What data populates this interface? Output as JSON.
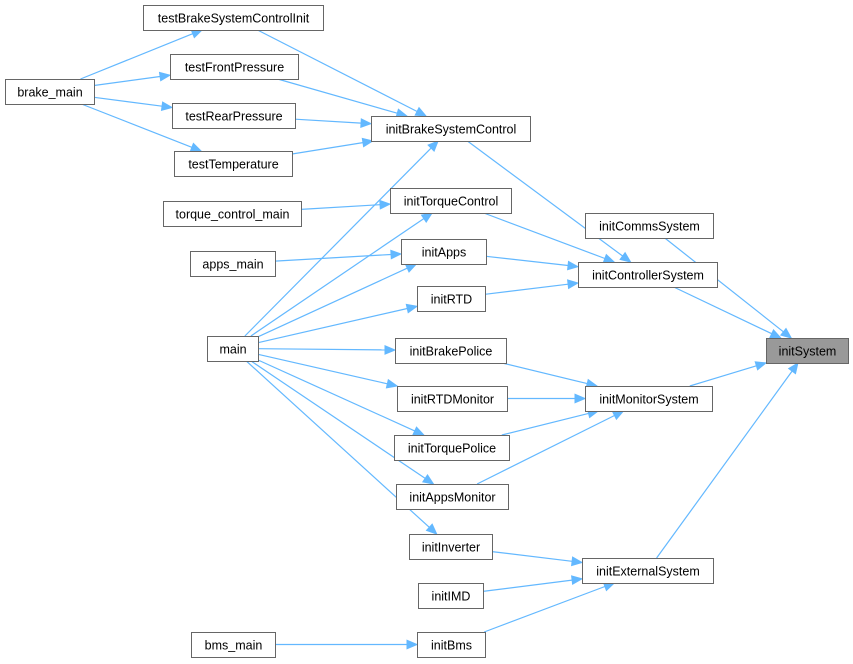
{
  "graph": {
    "root": "initSystem",
    "colors": {
      "edge": "#63b8ff",
      "node_border": "#666666",
      "node_fill": "#ffffff",
      "root_fill": "#999999"
    },
    "nodes": [
      {
        "id": "initSystem",
        "label": "initSystem"
      },
      {
        "id": "initCommsSystem",
        "label": "initCommsSystem"
      },
      {
        "id": "initControllerSystem",
        "label": "initControllerSystem"
      },
      {
        "id": "initMonitorSystem",
        "label": "initMonitorSystem"
      },
      {
        "id": "initExternalSystem",
        "label": "initExternalSystem"
      },
      {
        "id": "initBrakeSystemControl",
        "label": "initBrakeSystemControl"
      },
      {
        "id": "initTorqueControl",
        "label": "initTorqueControl"
      },
      {
        "id": "initApps",
        "label": "initApps"
      },
      {
        "id": "initRTD",
        "label": "initRTD"
      },
      {
        "id": "initBrakePolice",
        "label": "initBrakePolice"
      },
      {
        "id": "initRTDMonitor",
        "label": "initRTDMonitor"
      },
      {
        "id": "initTorquePolice",
        "label": "initTorquePolice"
      },
      {
        "id": "initAppsMonitor",
        "label": "initAppsMonitor"
      },
      {
        "id": "initInverter",
        "label": "initInverter"
      },
      {
        "id": "initIMD",
        "label": "initIMD"
      },
      {
        "id": "initBms",
        "label": "initBms"
      },
      {
        "id": "testBrakeSystemControlInit",
        "label": "testBrakeSystemControlInit"
      },
      {
        "id": "testFrontPressure",
        "label": "testFrontPressure"
      },
      {
        "id": "testRearPressure",
        "label": "testRearPressure"
      },
      {
        "id": "testTemperature",
        "label": "testTemperature"
      },
      {
        "id": "brake_main",
        "label": "brake_main"
      },
      {
        "id": "torque_control_main",
        "label": "torque_control_main"
      },
      {
        "id": "apps_main",
        "label": "apps_main"
      },
      {
        "id": "main",
        "label": "main"
      },
      {
        "id": "bms_main",
        "label": "bms_main"
      }
    ],
    "edges": [
      {
        "from": "initCommsSystem",
        "to": "initSystem"
      },
      {
        "from": "initControllerSystem",
        "to": "initSystem"
      },
      {
        "from": "initMonitorSystem",
        "to": "initSystem"
      },
      {
        "from": "initExternalSystem",
        "to": "initSystem"
      },
      {
        "from": "initBrakeSystemControl",
        "to": "initControllerSystem"
      },
      {
        "from": "initTorqueControl",
        "to": "initControllerSystem"
      },
      {
        "from": "initApps",
        "to": "initControllerSystem"
      },
      {
        "from": "initRTD",
        "to": "initControllerSystem"
      },
      {
        "from": "initBrakePolice",
        "to": "initMonitorSystem"
      },
      {
        "from": "initRTDMonitor",
        "to": "initMonitorSystem"
      },
      {
        "from": "initTorquePolice",
        "to": "initMonitorSystem"
      },
      {
        "from": "initAppsMonitor",
        "to": "initMonitorSystem"
      },
      {
        "from": "initInverter",
        "to": "initExternalSystem"
      },
      {
        "from": "initIMD",
        "to": "initExternalSystem"
      },
      {
        "from": "initBms",
        "to": "initExternalSystem"
      },
      {
        "from": "testBrakeSystemControlInit",
        "to": "initBrakeSystemControl"
      },
      {
        "from": "testFrontPressure",
        "to": "initBrakeSystemControl"
      },
      {
        "from": "testRearPressure",
        "to": "initBrakeSystemControl"
      },
      {
        "from": "testTemperature",
        "to": "initBrakeSystemControl"
      },
      {
        "from": "brake_main",
        "to": "testBrakeSystemControlInit"
      },
      {
        "from": "brake_main",
        "to": "testFrontPressure"
      },
      {
        "from": "brake_main",
        "to": "testRearPressure"
      },
      {
        "from": "brake_main",
        "to": "testTemperature"
      },
      {
        "from": "torque_control_main",
        "to": "initTorqueControl"
      },
      {
        "from": "apps_main",
        "to": "initApps"
      },
      {
        "from": "main",
        "to": "initBrakeSystemControl"
      },
      {
        "from": "main",
        "to": "initTorqueControl"
      },
      {
        "from": "main",
        "to": "initApps"
      },
      {
        "from": "main",
        "to": "initRTD"
      },
      {
        "from": "main",
        "to": "initBrakePolice"
      },
      {
        "from": "main",
        "to": "initRTDMonitor"
      },
      {
        "from": "main",
        "to": "initTorquePolice"
      },
      {
        "from": "main",
        "to": "initAppsMonitor"
      },
      {
        "from": "main",
        "to": "initInverter"
      },
      {
        "from": "bms_main",
        "to": "initBms"
      }
    ]
  }
}
